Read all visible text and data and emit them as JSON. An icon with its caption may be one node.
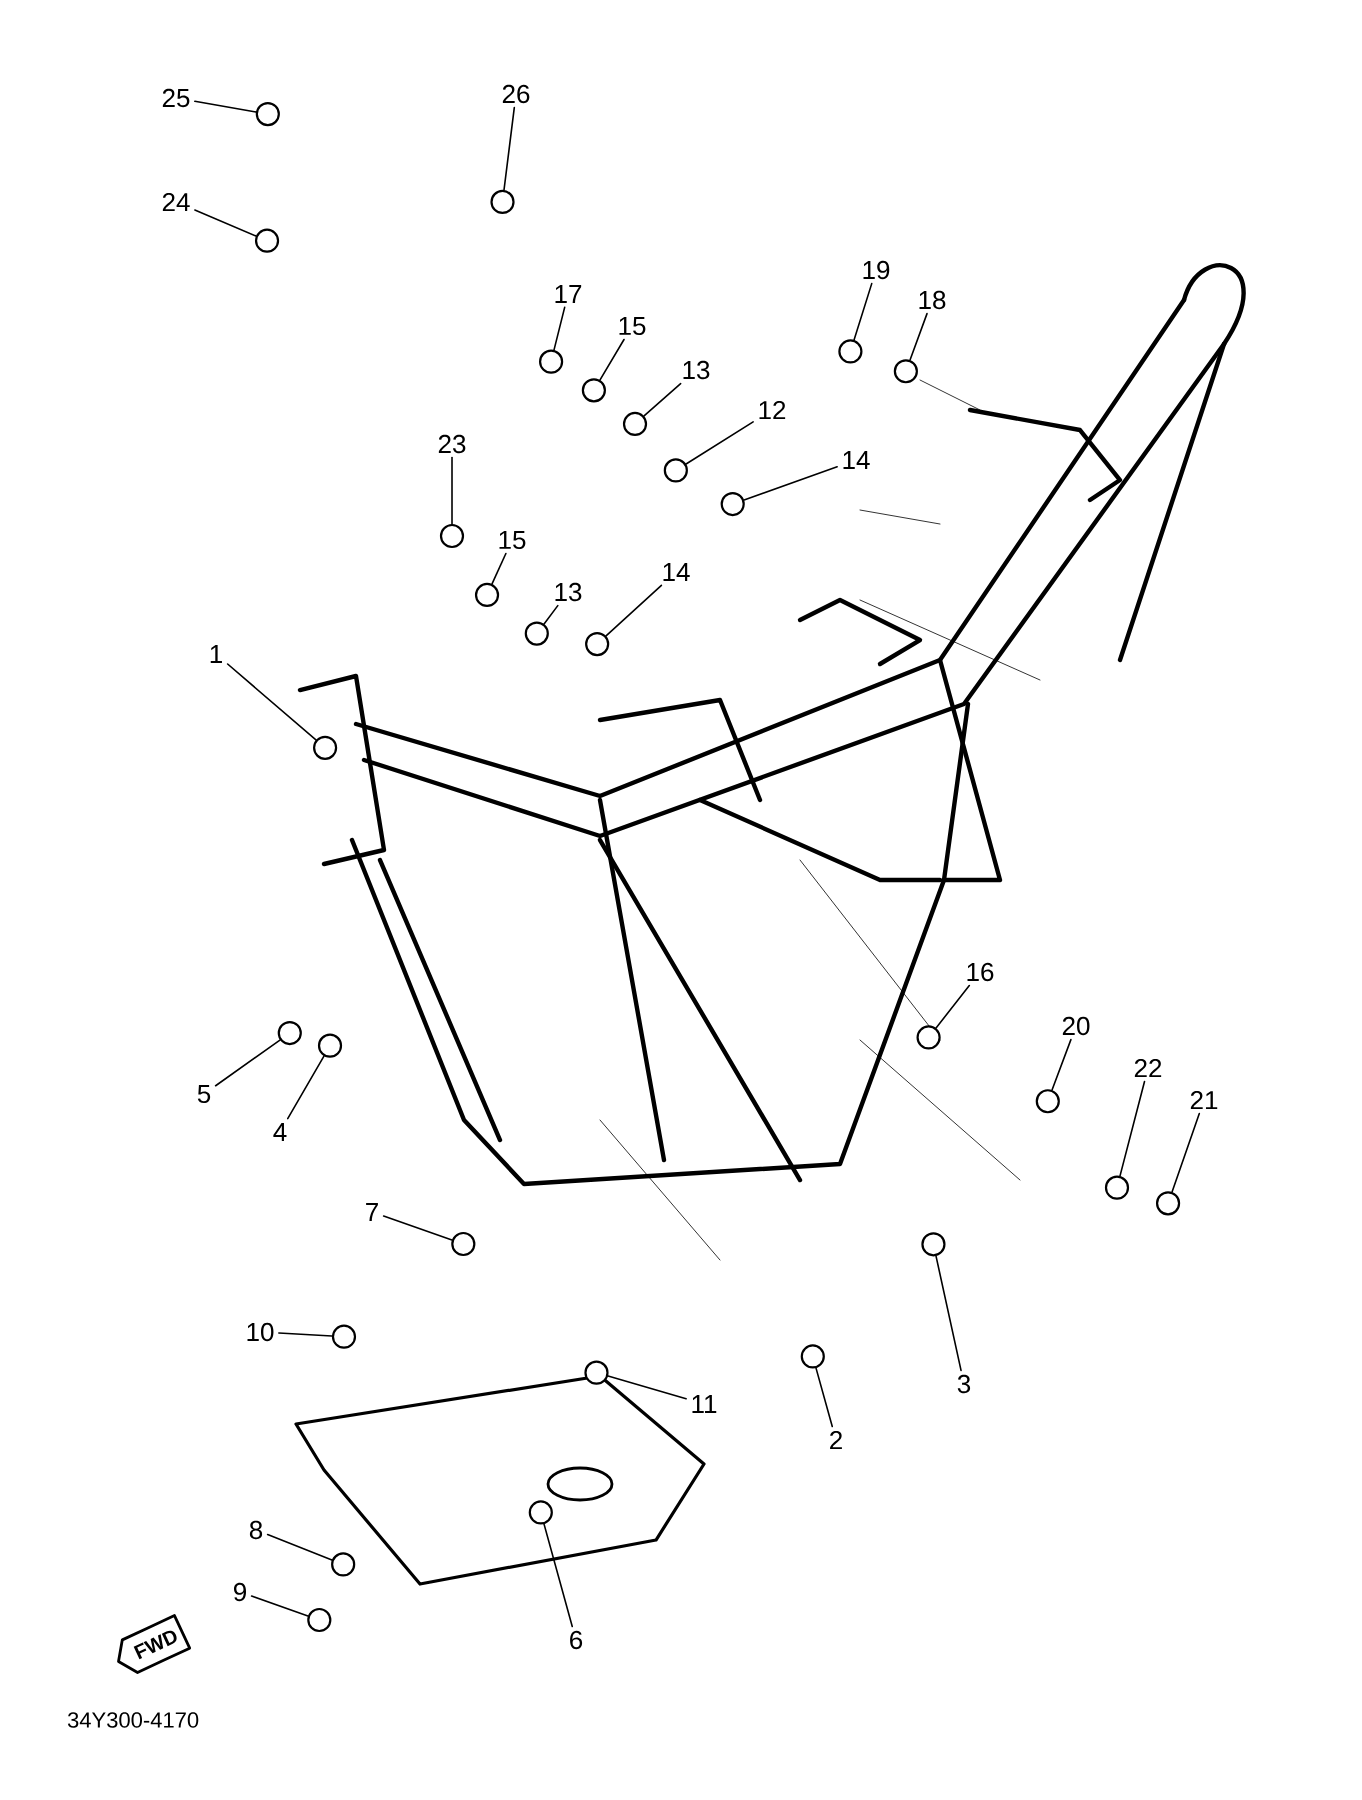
{
  "diagram": {
    "nodes": [
      {
        "text": [
          "25"
        ]
      },
      {
        "text": [
          "26"
        ]
      },
      {
        "text": [
          "24"
        ]
      },
      {
        "text": [
          "17"
        ]
      },
      {
        "text": [
          "19"
        ]
      },
      {
        "text": [
          "18"
        ]
      },
      {
        "text": [
          "15"
        ]
      },
      {
        "text": [
          "13"
        ]
      },
      {
        "text": [
          "12"
        ]
      },
      {
        "text": [
          "14"
        ]
      },
      {
        "text": [
          "23"
        ]
      },
      {
        "text": [
          "15"
        ]
      },
      {
        "text": [
          "13"
        ]
      },
      {
        "text": [
          "14"
        ]
      },
      {
        "text": [
          "1"
        ]
      },
      {
        "text": [
          "16"
        ]
      },
      {
        "text": [
          "20"
        ]
      },
      {
        "text": [
          "5"
        ]
      },
      {
        "text": [
          "22"
        ]
      },
      {
        "text": [
          "21"
        ]
      },
      {
        "text": [
          "4"
        ]
      },
      {
        "text": [
          "7"
        ]
      },
      {
        "text": [
          "3"
        ]
      },
      {
        "text": [
          "10"
        ]
      },
      {
        "text": [
          "11"
        ]
      },
      {
        "text": [
          "2"
        ]
      },
      {
        "text": [
          "8"
        ]
      },
      {
        "text": [
          "9"
        ]
      },
      {
        "text": [
          "6"
        ]
      },
      {
        "text": [
          "FWD"
        ]
      },
      {
        "text": [],
        "shape": "circle"
      },
      {
        "text": [],
        "shape": "circle"
      },
      {
        "text": [],
        "shape": "circle"
      },
      {
        "text": [],
        "shape": "circle"
      },
      {
        "text": [],
        "shape": "circle"
      },
      {
        "text": [],
        "shape": "circle"
      },
      {
        "text": [],
        "shape": "circle"
      },
      {
        "text": [],
        "shape": "circle"
      },
      {
        "text": [],
        "shape": "circle"
      },
      {
        "text": [],
        "shape": "circle"
      },
      {
        "text": [],
        "shape": "circle"
      },
      {
        "text": [],
        "shape": "circle"
      },
      {
        "text": [],
        "shape": "circle"
      },
      {
        "text": [],
        "shape": "circle"
      },
      {
        "text": [],
        "shape": "circle"
      },
      {
        "text": [],
        "shape": "circle"
      },
      {
        "text": [],
        "shape": "circle"
      },
      {
        "text": [],
        "shape": "circle"
      },
      {
        "text": [],
        "shape": "circle"
      },
      {
        "text": [],
        "shape": "circle"
      },
      {
        "text": [],
        "shape": "circle"
      },
      {
        "text": [],
        "shape": "circle"
      },
      {
        "text": [],
        "shape": "circle"
      },
      {
        "text": [],
        "shape": "circle"
      },
      {
        "text": [],
        "shape": "circle"
      },
      {
        "text": [],
        "shape": "circle"
      },
      {
        "text": [],
        "shape": "circle"
      },
      {
        "text": [],
        "shape": "circle"
      },
      {
        "text": [],
        "shape": "circle"
      }
    ],
    "edges": [
      {
        "from": 0,
        "to": 30,
        "arrow": "none"
      },
      {
        "from": 1,
        "to": 31,
        "arrow": "none"
      },
      {
        "from": 2,
        "to": 32,
        "arrow": "none"
      },
      {
        "from": 3,
        "to": 33,
        "arrow": "none"
      },
      {
        "from": 4,
        "to": 34,
        "arrow": "none"
      },
      {
        "from": 5,
        "to": 35,
        "arrow": "none"
      },
      {
        "from": 6,
        "to": 36,
        "arrow": "none"
      },
      {
        "from": 7,
        "to": 37,
        "arrow": "none"
      },
      {
        "from": 8,
        "to": 38,
        "arrow": "none"
      },
      {
        "from": 9,
        "to": 39,
        "arrow": "none"
      },
      {
        "from": 10,
        "to": 40,
        "arrow": "none"
      },
      {
        "from": 11,
        "to": 41,
        "arrow": "none"
      },
      {
        "from": 12,
        "to": 42,
        "arrow": "none"
      },
      {
        "from": 13,
        "to": 43,
        "arrow": "none"
      },
      {
        "from": 14,
        "to": 44,
        "arrow": "none"
      },
      {
        "from": 15,
        "to": 45,
        "arrow": "none"
      },
      {
        "from": 16,
        "to": 46,
        "arrow": "none"
      },
      {
        "from": 17,
        "to": 47,
        "arrow": "none"
      },
      {
        "from": 18,
        "to": 48,
        "arrow": "none"
      },
      {
        "from": 19,
        "to": 49,
        "arrow": "none"
      },
      {
        "from": 20,
        "to": 50,
        "arrow": "none"
      },
      {
        "from": 21,
        "to": 51,
        "arrow": "none"
      },
      {
        "from": 22,
        "to": 52,
        "arrow": "none"
      },
      {
        "from": 23,
        "to": 53,
        "arrow": "none"
      },
      {
        "from": 24,
        "to": 54,
        "arrow": "none"
      },
      {
        "from": 25,
        "to": 55,
        "arrow": "none"
      },
      {
        "from": 26,
        "to": 56,
        "arrow": "none"
      },
      {
        "from": 27,
        "to": 57,
        "arrow": "none"
      },
      {
        "from": 28,
        "to": 58,
        "arrow": "none"
      }
    ],
    "labels": [
      "34Y300-4170"
    ]
  }
}
